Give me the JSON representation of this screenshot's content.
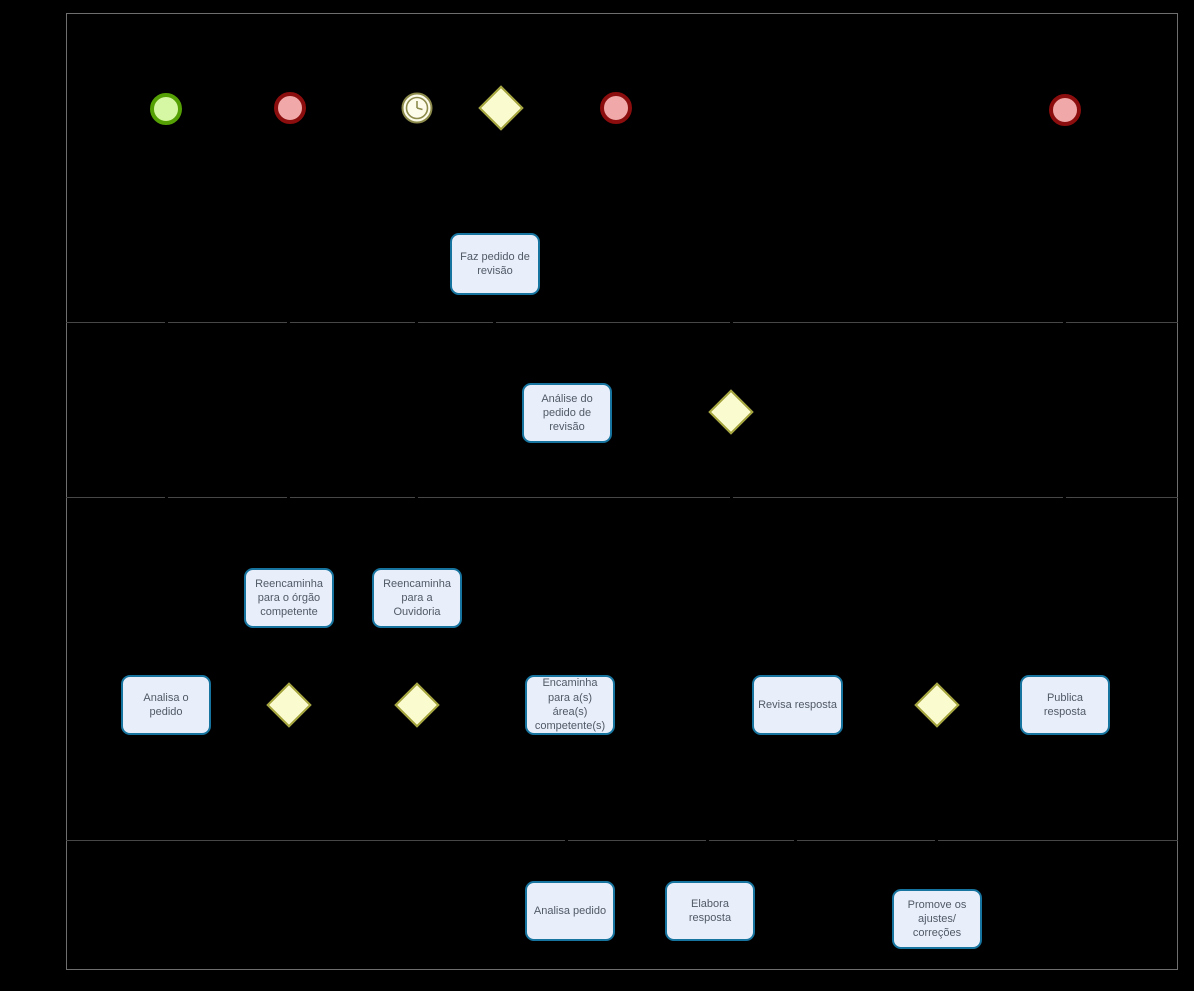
{
  "diagram": {
    "kind": "bpmn-swimlane-process",
    "lanes_count": 4,
    "tasks": {
      "faz_pedido_de_revisao": "Faz pedido de revisão",
      "analise_do_pedido_de_revisao": "Análise do pedido de revisão",
      "reencaminha_para_o_orgao_competente": "Reencaminha para o órgão competente",
      "reencaminha_para_a_ouvidoria": "Reencaminha para a Ouvidoria",
      "analisa_o_pedido": "Analisa o pedido",
      "encaminha_para_areas_competentes": "Encaminha para a(s) área(s) competente(s)",
      "revisa_resposta": "Revisa resposta",
      "publica_resposta": "Publica resposta",
      "analisa_pedido": "Analisa pedido",
      "elabora_resposta": "Elabora resposta",
      "promove_os_ajustes_correcoes": "Promove os ajustes/ correções"
    },
    "events": {
      "start_count": 1,
      "end_count": 3,
      "timer_count": 1,
      "gateway_count": 5
    },
    "colors": {
      "background": "#000000",
      "pool_border": "#6e6e6e",
      "lane_border": "#474747",
      "task_fill": "#e9eefb",
      "task_border": "#17749f",
      "task_text": "#505a66",
      "gateway_fill": "#fbfbd0",
      "gateway_border": "#a3a33b",
      "start_event_fill": "#d6f7a3",
      "start_event_border": "#55a105",
      "end_event_fill": "#f0a8a8",
      "end_event_border": "#8c0d0d",
      "timer_event_fill": "#fdfceb",
      "timer_event_border": "#8d8b4c"
    }
  }
}
